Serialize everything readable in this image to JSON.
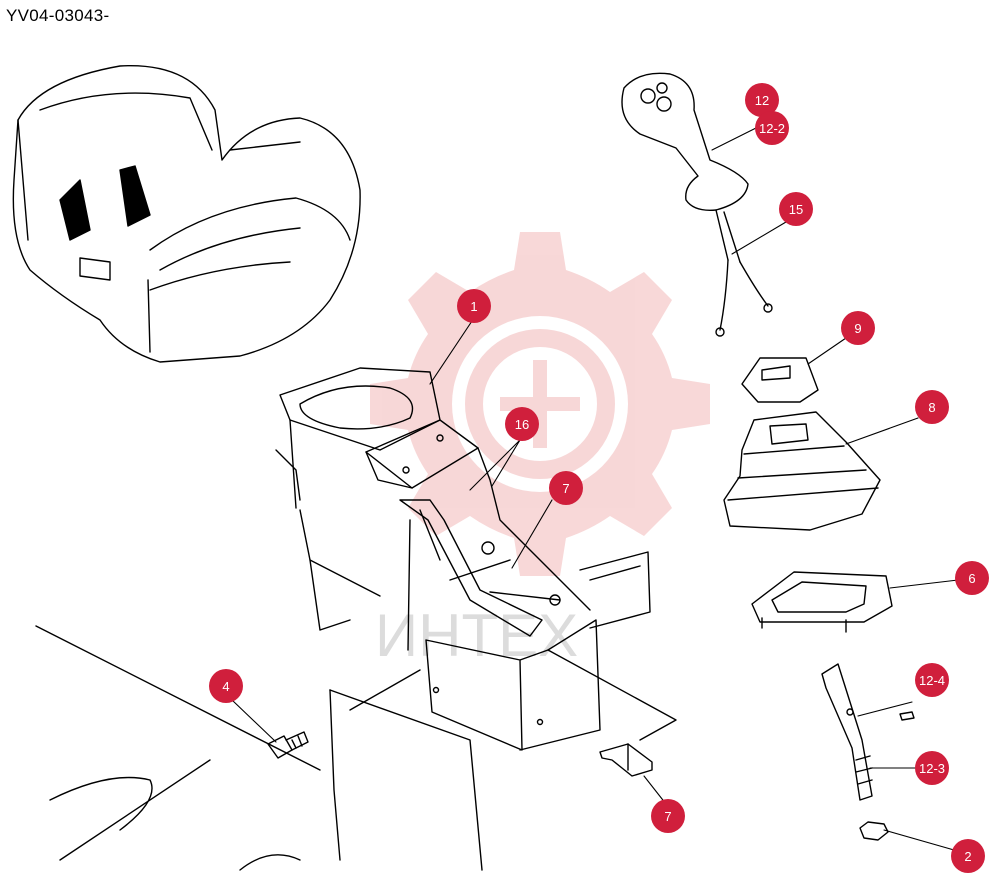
{
  "document_code": "YV04-03043-",
  "watermark": {
    "text": "ИНТЕХ",
    "gear_color": "#f2b8b8",
    "text_color": "#d9d9d9"
  },
  "callout_color": "#d01f3c",
  "callouts": {
    "c1": "1",
    "c16": "16",
    "c7_upper": "7",
    "c7_lower": "7",
    "c4": "4",
    "c12": "12",
    "c12_2": "12-2",
    "c15": "15",
    "c9": "9",
    "c8": "8",
    "c6": "6",
    "c12_4": "12-4",
    "c12_3": "12-3",
    "c2": "2"
  }
}
